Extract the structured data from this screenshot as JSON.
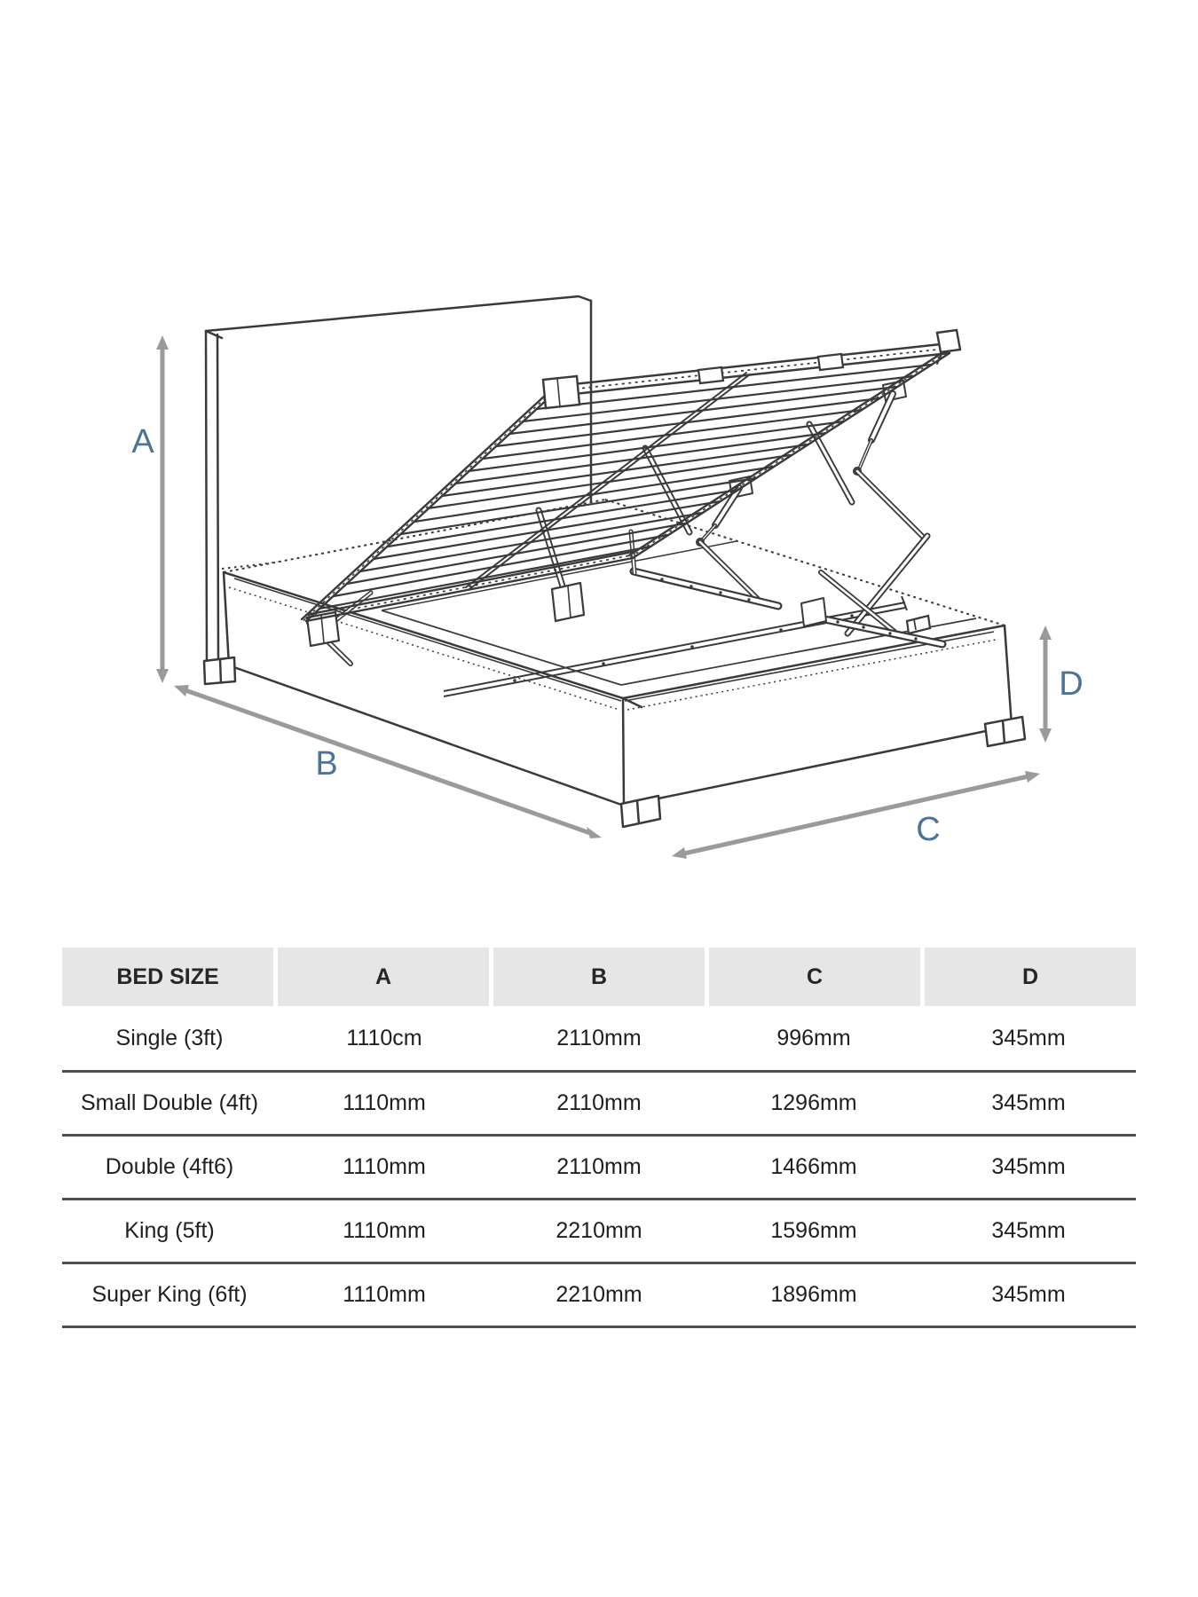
{
  "diagram": {
    "labels": {
      "a": "A",
      "b": "B",
      "c": "C",
      "d": "D"
    },
    "colors": {
      "line": "#3a3a3a",
      "arrow": "#9a9a9a",
      "label": "#4d7396"
    }
  },
  "table": {
    "columns": [
      "BED SIZE",
      "A",
      "B",
      "C",
      "D"
    ],
    "rows": [
      [
        "Single (3ft)",
        "1110cm",
        "2110mm",
        "996mm",
        "345mm"
      ],
      [
        "Small Double (4ft)",
        "1110mm",
        "2110mm",
        "1296mm",
        "345mm"
      ],
      [
        "Double (4ft6)",
        "1110mm",
        "2110mm",
        "1466mm",
        "345mm"
      ],
      [
        "King (5ft)",
        "1110mm",
        "2210mm",
        "1596mm",
        "345mm"
      ],
      [
        "Super King (6ft)",
        "1110mm",
        "2210mm",
        "1896mm",
        "345mm"
      ]
    ]
  }
}
